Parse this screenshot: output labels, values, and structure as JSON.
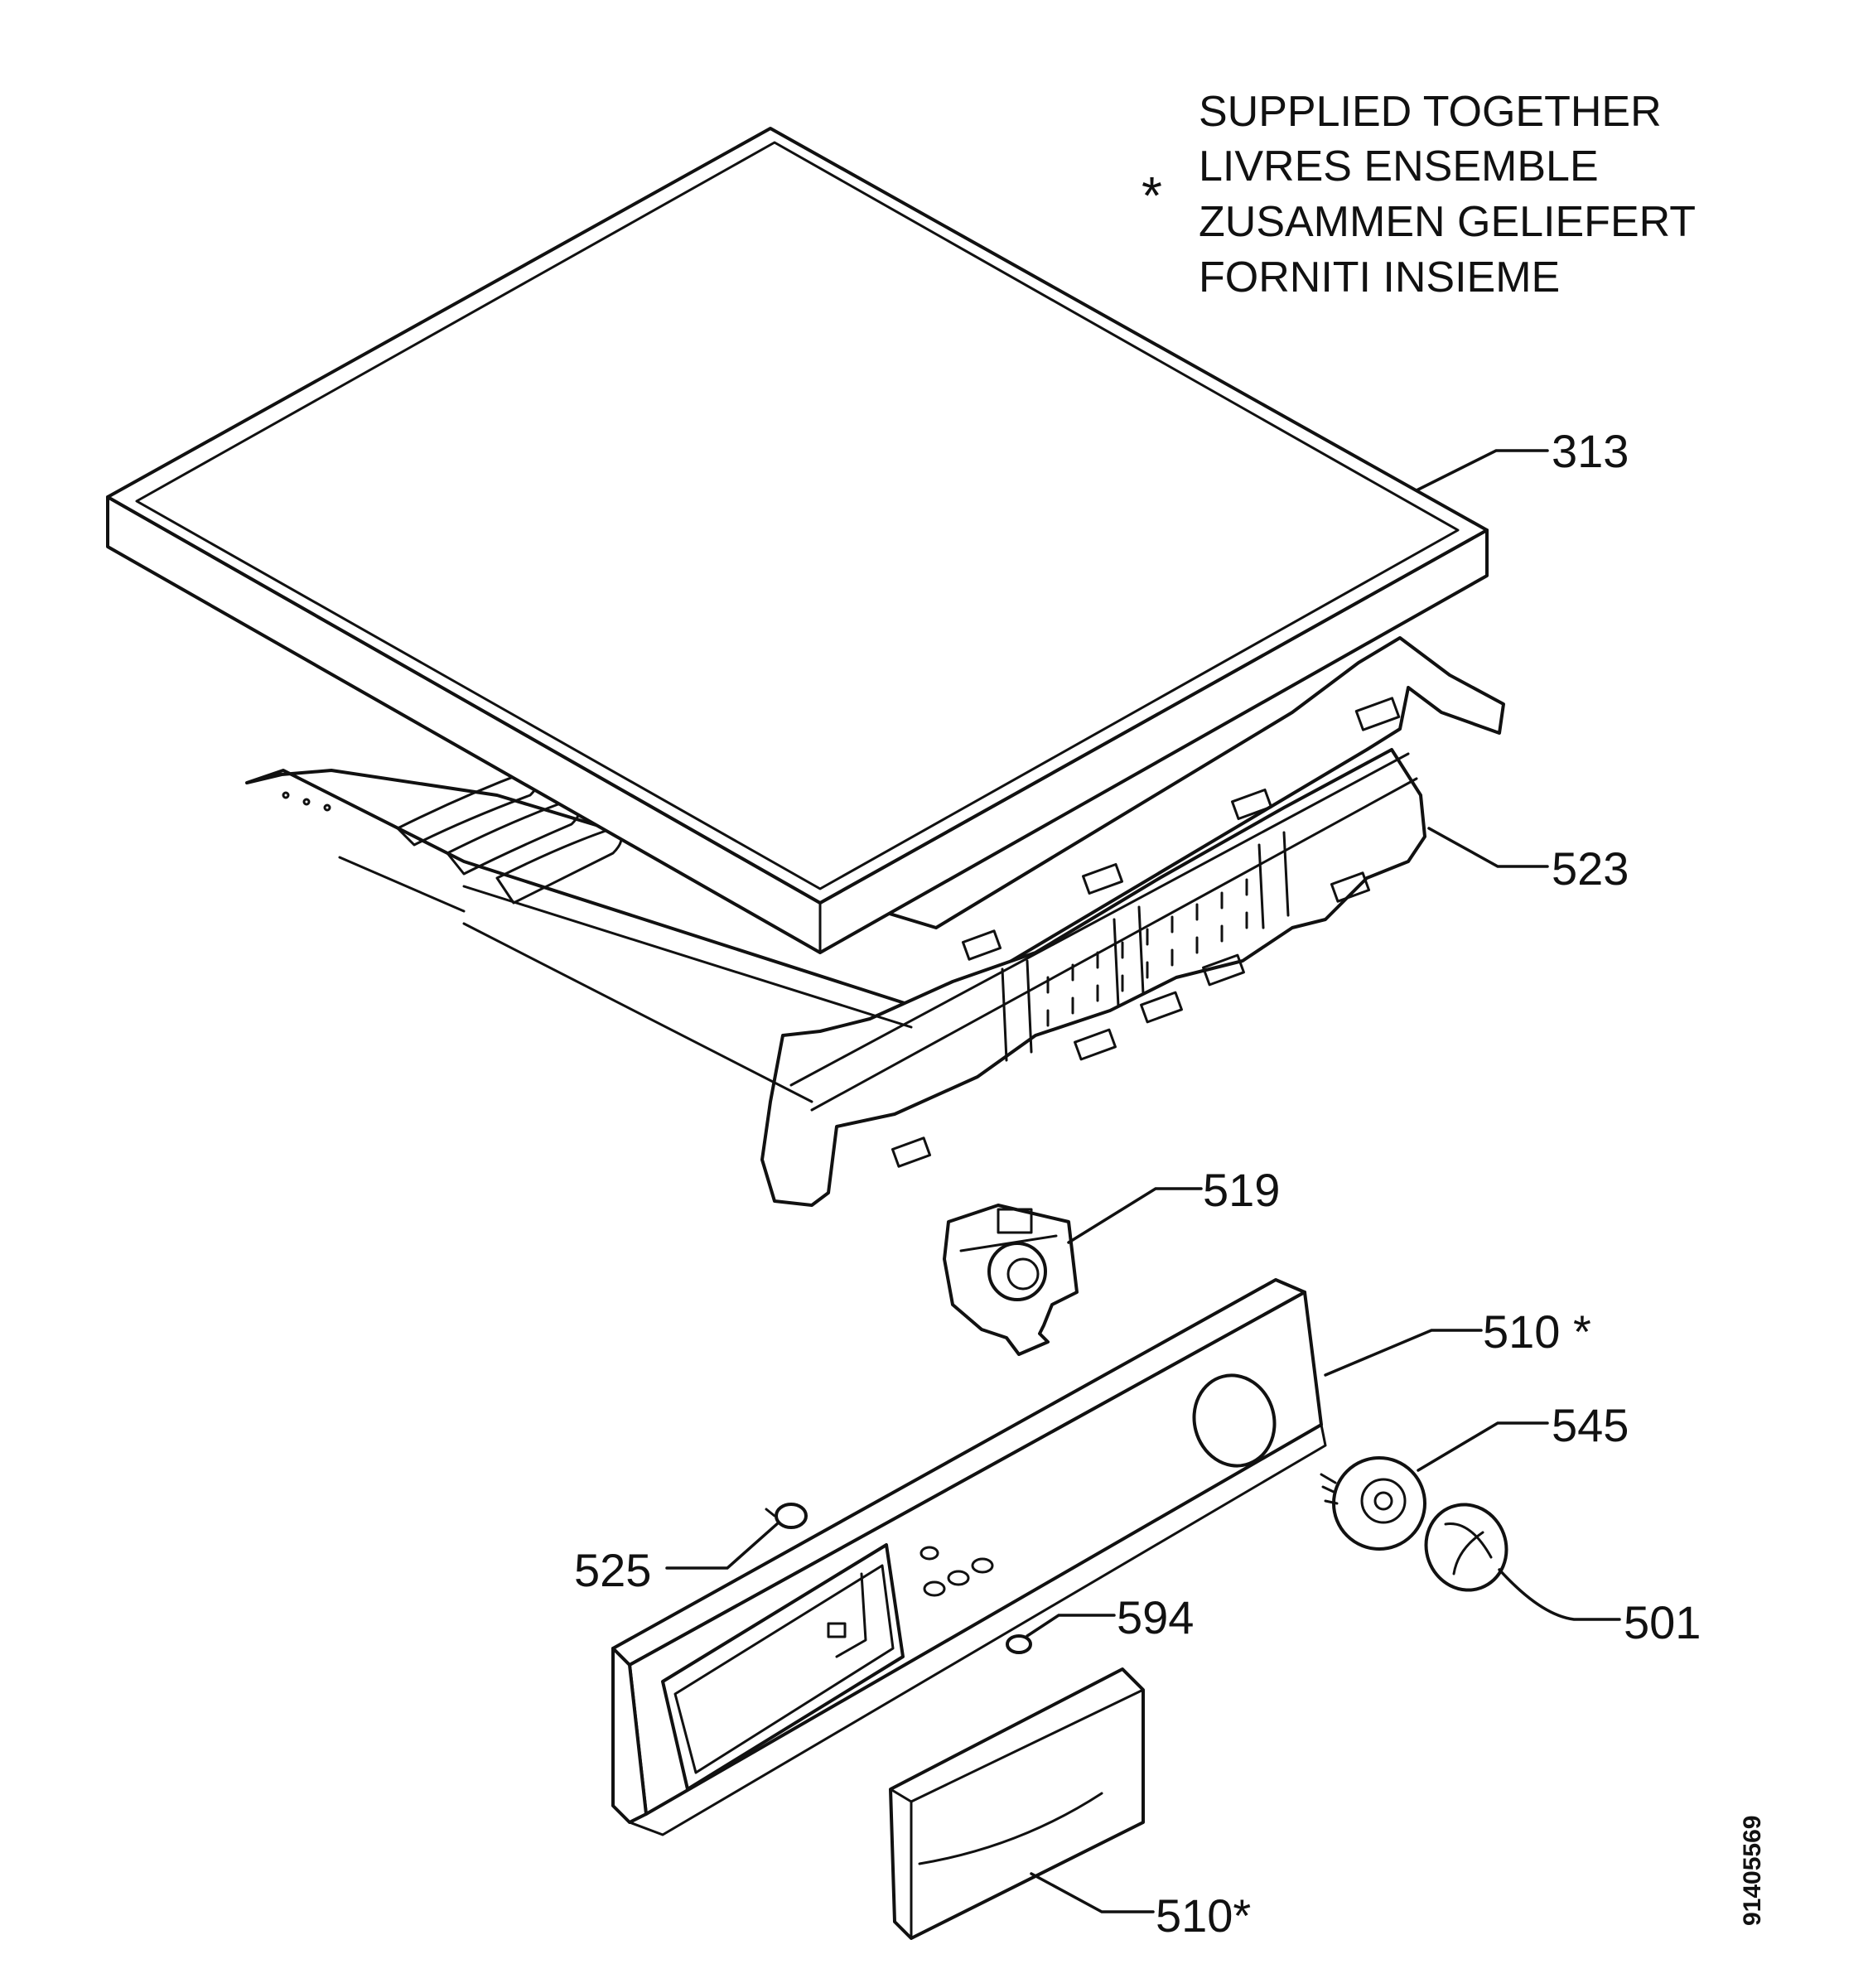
{
  "legend": {
    "marker": "*",
    "lines": [
      "SUPPLIED TOGETHER",
      "LIVRES ENSEMBLE",
      "ZUSAMMEN GELIEFERT",
      "FORNITI INSIEME"
    ]
  },
  "callouts": {
    "c313": "313",
    "c523": "523",
    "c519": "519",
    "c510a": "510 *",
    "c545": "545",
    "c501": "501",
    "c525": "525",
    "c594": "594",
    "c510b": "510*"
  },
  "drawing_number": "91405569"
}
